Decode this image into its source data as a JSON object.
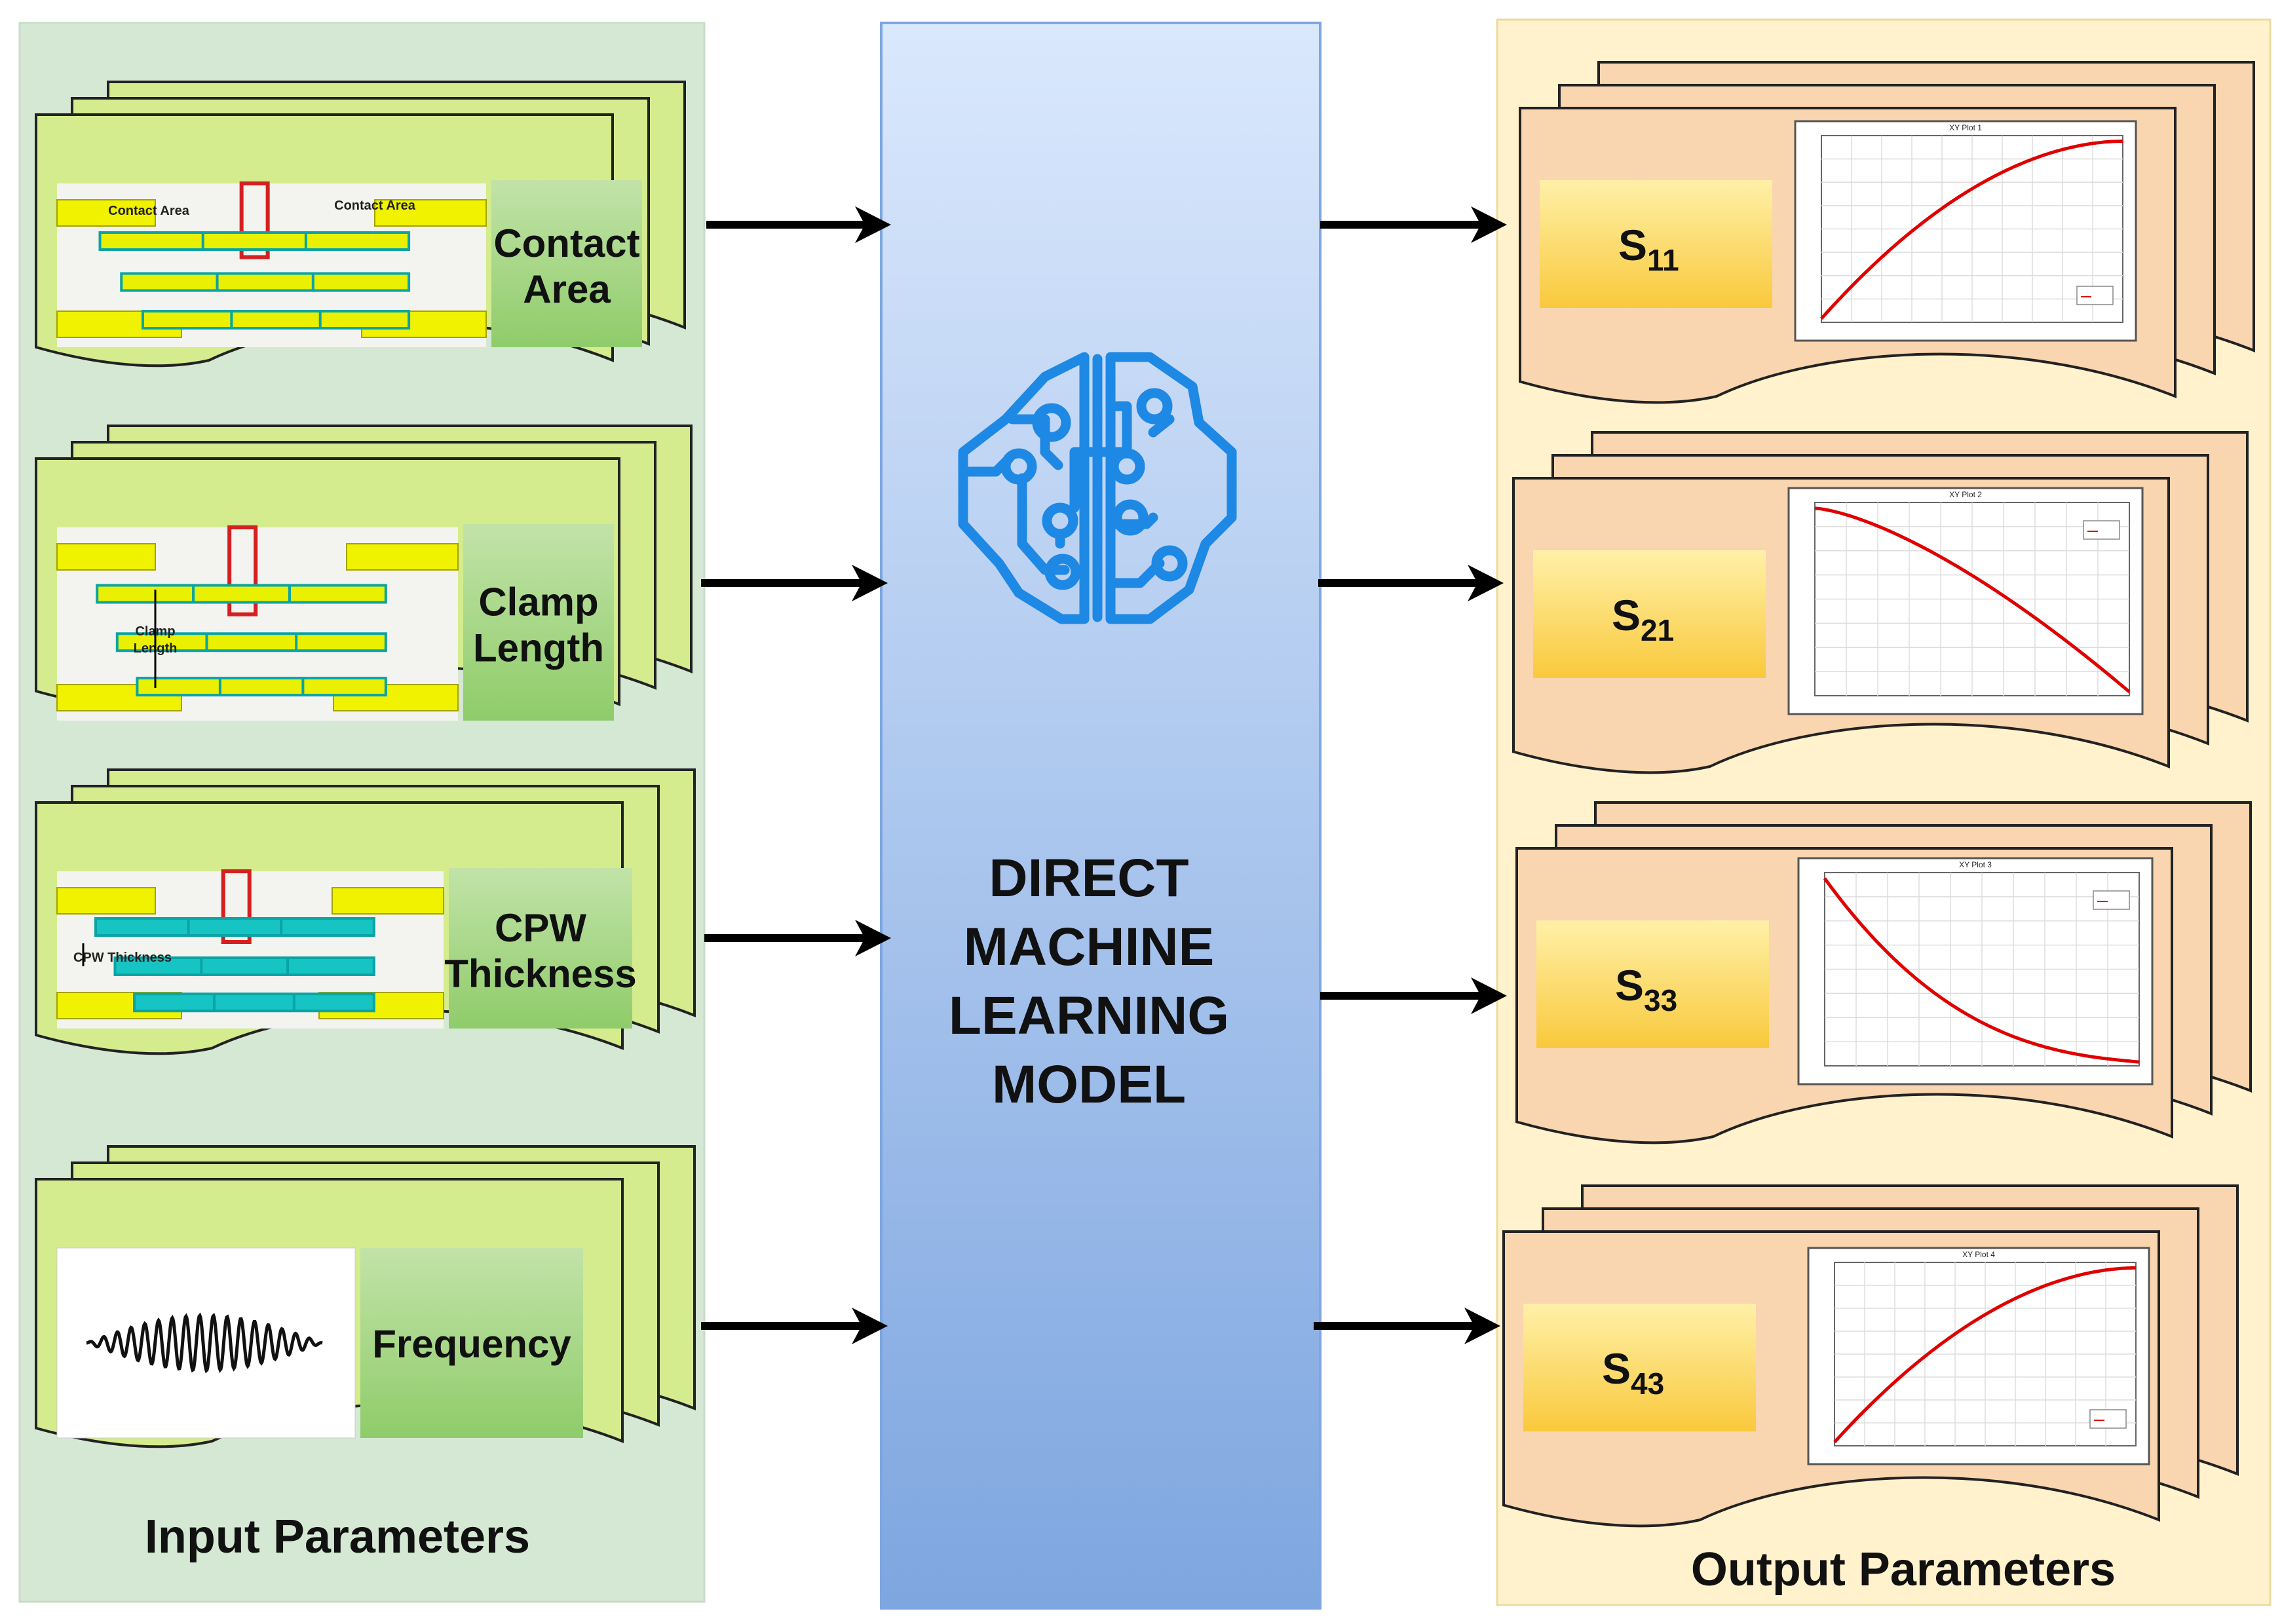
{
  "diagram": {
    "input_panel": {
      "title": "Input Parameters",
      "items": [
        {
          "label": "Contact Area",
          "lines": [
            "Contact",
            "Area"
          ],
          "figure_labels": [
            "Contact Area",
            "Contact Area"
          ]
        },
        {
          "label": "Clamp Length",
          "lines": [
            "Clamp",
            "Length"
          ],
          "figure_labels": [
            "Clamp",
            "Length"
          ]
        },
        {
          "label": "CPW Thickness",
          "lines": [
            "CPW",
            "Thickness"
          ],
          "figure_labels": [
            "CPW Thickness"
          ]
        },
        {
          "label": "Frequency",
          "lines": [
            "Frequency"
          ],
          "figure_labels": []
        }
      ]
    },
    "model": {
      "lines": [
        "DIRECT",
        "MACHINE",
        "LEARNING",
        "MODEL"
      ],
      "icon": "brain-circuit-icon"
    },
    "output_panel": {
      "title": "Output Parameters",
      "items": [
        {
          "main": "S",
          "sub": "11",
          "plot_title": "XY Plot 1",
          "trend": "increasing-concave"
        },
        {
          "main": "S",
          "sub": "21",
          "plot_title": "XY Plot 2",
          "trend": "decreasing-concave"
        },
        {
          "main": "S",
          "sub": "33",
          "plot_title": "XY Plot 3",
          "trend": "decreasing-convex"
        },
        {
          "main": "S",
          "sub": "43",
          "plot_title": "XY Plot 4",
          "trend": "increasing-concave"
        }
      ]
    },
    "colors": {
      "input_panel_bg": "#d5e8d4",
      "input_card": "#d4ec8e",
      "input_label_box": "#97d077",
      "model_top": "#dae8fc",
      "model_bottom": "#7ea6e0",
      "output_panel_bg": "#fff2cc",
      "output_card": "#f9d5b0",
      "output_label_box": "#ffd966",
      "brain_icon": "#1e88e5",
      "plot_curve": "#e00000",
      "arrow": "#000000"
    }
  }
}
